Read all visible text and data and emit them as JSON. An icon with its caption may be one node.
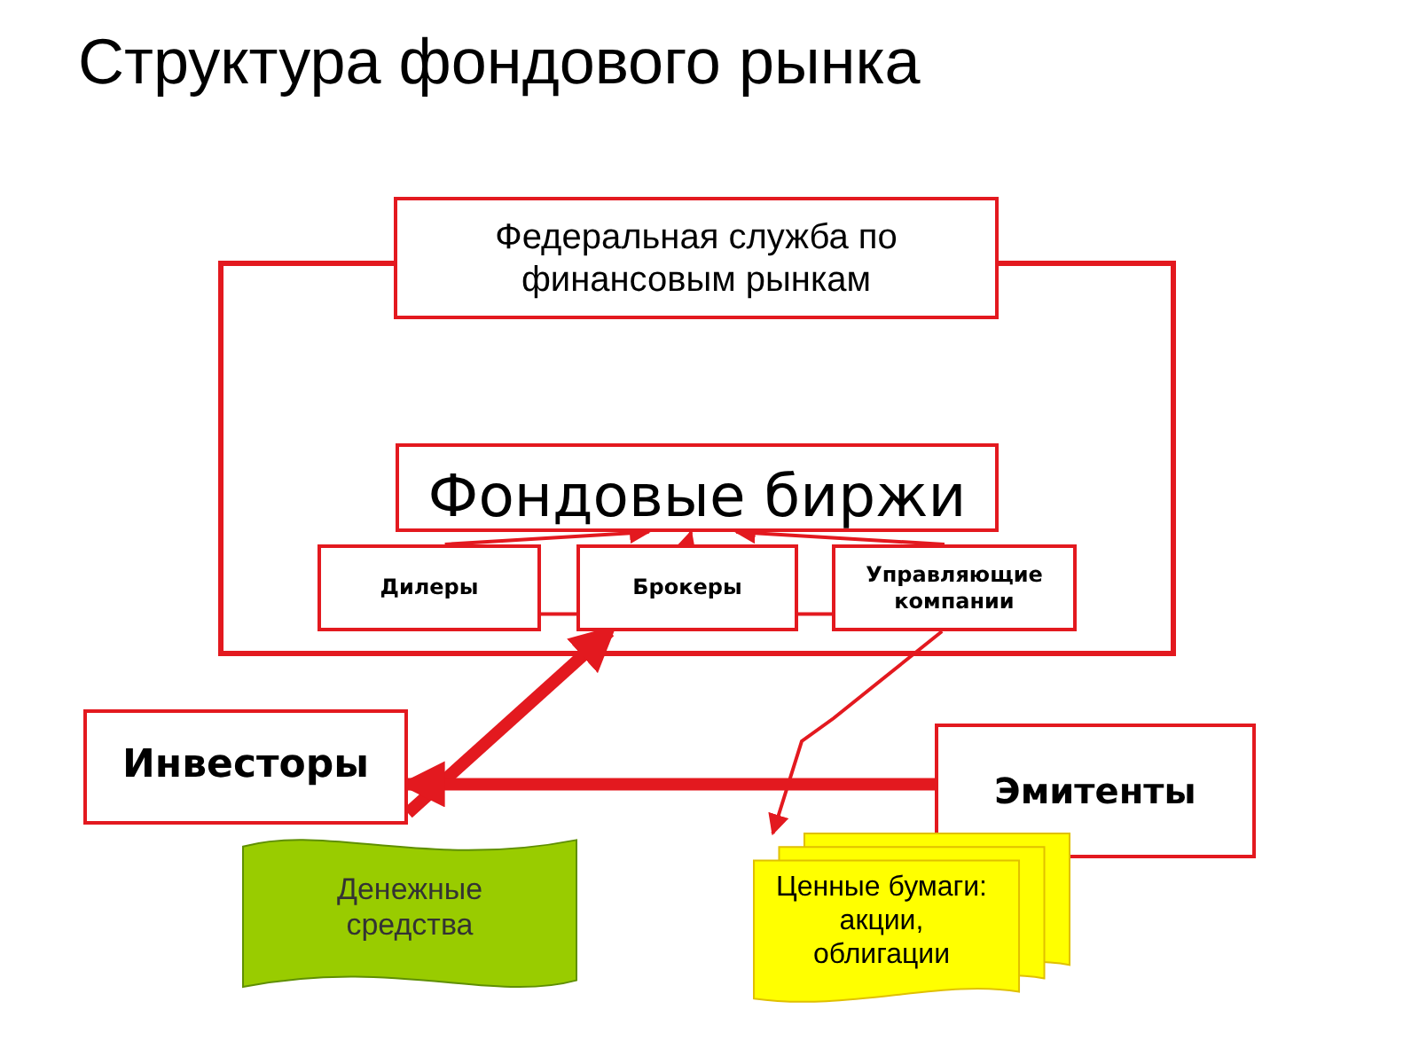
{
  "diagram": {
    "title": "Структура фондового рынка",
    "nodes": [
      {
        "text": [
          "Федеральная служба по финансовым рынкам"
        ]
      },
      {
        "text": [],
        "shape": "box"
      },
      {
        "text": [
          "Фондовые биржи"
        ],
        "in": 1
      },
      {
        "text": [
          "Дилеры"
        ],
        "in": 1
      },
      {
        "text": [
          "Брокеры"
        ],
        "in": 1
      },
      {
        "text": [
          "Управляющие компании"
        ],
        "in": 1
      },
      {
        "text": [
          "Инвесторы"
        ]
      },
      {
        "text": [
          "Эмитенты"
        ]
      },
      {
        "text": [
          "Денежные средства"
        ]
      },
      {
        "text": [
          "Ценные бумаги: акции, облигации"
        ]
      }
    ],
    "edges": [
      {
        "from": 3,
        "to": 2,
        "arrow": "to"
      },
      {
        "from": 4,
        "to": 2,
        "arrow": "to"
      },
      {
        "from": 5,
        "to": 2,
        "arrow": "to"
      },
      {
        "from": 3,
        "to": 4,
        "arrow": "none"
      },
      {
        "from": 4,
        "to": 5,
        "arrow": "none"
      },
      {
        "from": 6,
        "to": 4,
        "arrow": "to",
        "style": "thick"
      },
      {
        "from": 5,
        "to": 9,
        "arrow": "to"
      },
      {
        "from": 7,
        "to": 6,
        "arrow": "to",
        "style": "thick"
      }
    ]
  }
}
